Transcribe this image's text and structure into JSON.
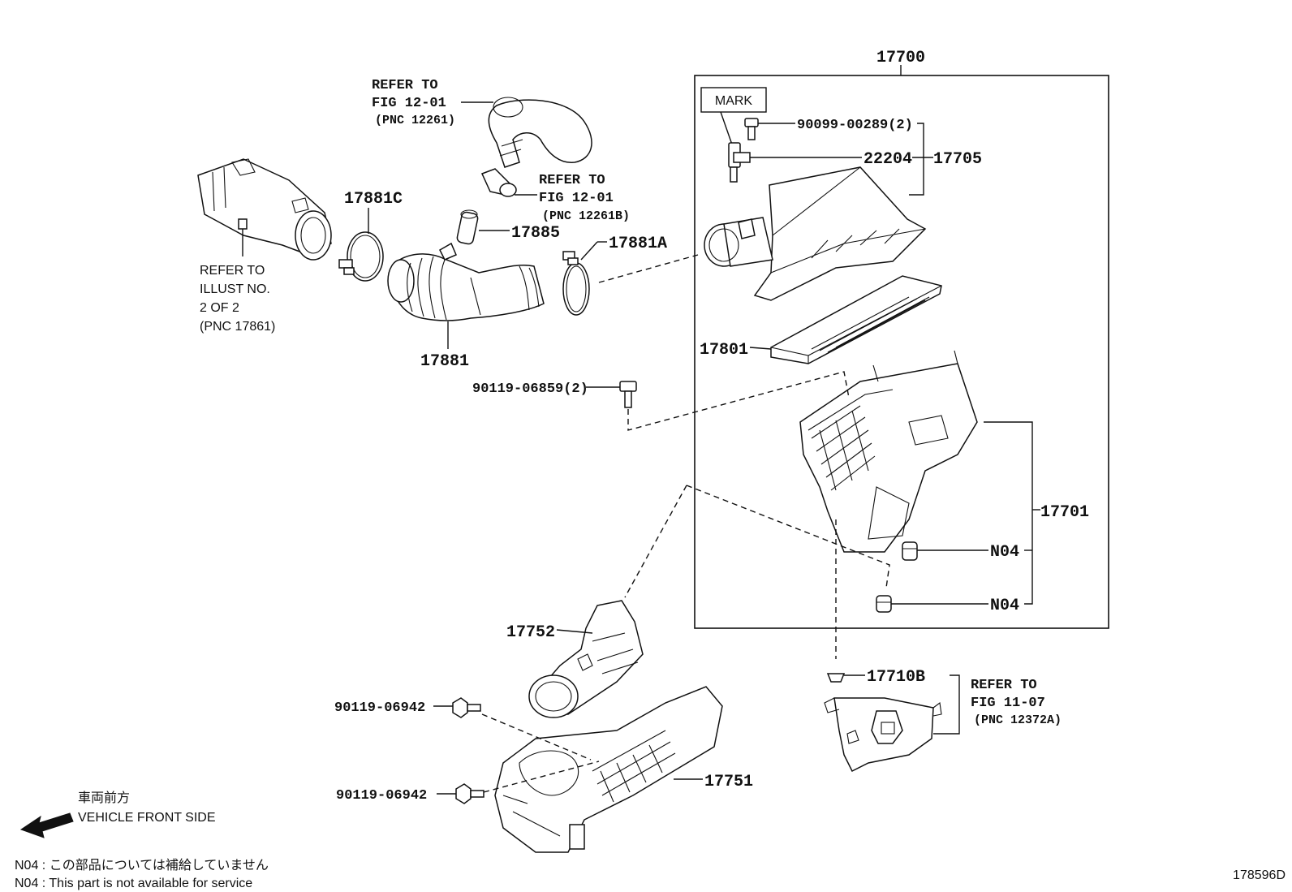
{
  "diagram": {
    "drawing_code": "178596D",
    "assembly_box_label": "17700",
    "mark_label": "MARK",
    "parts": {
      "p17705": "17705",
      "p22204": "22204",
      "p90099": "90099-00289(2)",
      "p17801": "17801",
      "p17701": "17701",
      "n04_a": "N04",
      "n04_b": "N04",
      "p17881C": "17881C",
      "p17885": "17885",
      "p17881A": "17881A",
      "p17881": "17881",
      "p90119_06859": "90119-06859(2)",
      "p17752": "17752",
      "p90119_06942_a": "90119-06942",
      "p90119_06942_b": "90119-06942",
      "p17751": "17751",
      "p17710B": "17710B"
    },
    "refs": {
      "ref1": [
        "REFER TO",
        "FIG 12-01",
        "(PNC 12261)"
      ],
      "ref2": [
        "REFER TO",
        "FIG 12-01",
        "(PNC 12261B)"
      ],
      "ref3": [
        "REFER TO",
        "ILLUST NO.",
        "2 OF 2",
        "(PNC 17861)"
      ],
      "ref4": [
        "REFER TO",
        "FIG 11-07",
        "(PNC 12372A)"
      ]
    },
    "direction": {
      "jp": "車両前方",
      "en": "VEHICLE FRONT SIDE"
    },
    "notes": [
      "N04 : この部品については補給していません",
      "N04 : This part is not available for service"
    ]
  }
}
